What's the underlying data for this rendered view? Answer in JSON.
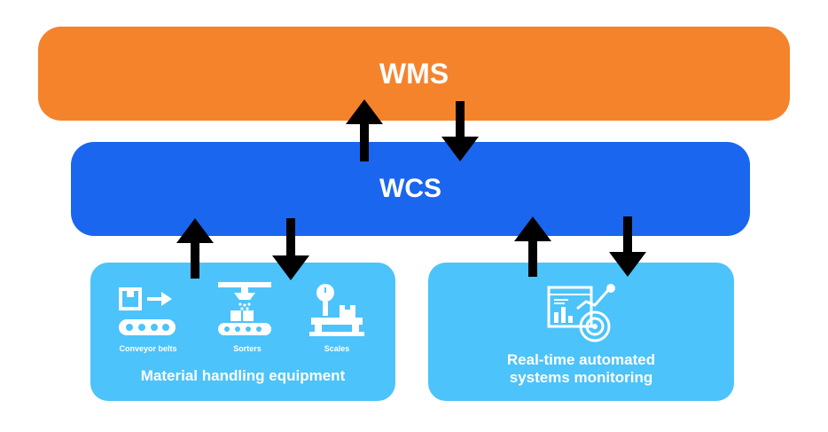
{
  "colors": {
    "wms": "#F5832C",
    "wcs": "#1B66EE",
    "lower": "#4CC3FA",
    "arrow": "#000000",
    "text": "#FFFFFF"
  },
  "layers": {
    "wms": "WMS",
    "wcs": "WCS"
  },
  "equipment": {
    "title": "Material handling equipment",
    "items": [
      {
        "label": "Conveyor belts",
        "icon": "conveyor-belt-icon"
      },
      {
        "label": "Sorters",
        "icon": "sorter-icon"
      },
      {
        "label": "Scales",
        "icon": "scale-icon"
      }
    ]
  },
  "monitoring": {
    "title_line1": "Real-time automated",
    "title_line2": "systems monitoring",
    "icon": "dashboard-monitoring-icon"
  },
  "arrows": [
    {
      "name": "wcs-to-wms-arrow",
      "direction": "up"
    },
    {
      "name": "wms-to-wcs-arrow",
      "direction": "down"
    },
    {
      "name": "equipment-to-wcs-arrow",
      "direction": "up"
    },
    {
      "name": "wcs-to-equipment-arrow",
      "direction": "down"
    },
    {
      "name": "monitoring-to-wcs-arrow",
      "direction": "up"
    },
    {
      "name": "wcs-to-monitoring-arrow",
      "direction": "down"
    }
  ]
}
